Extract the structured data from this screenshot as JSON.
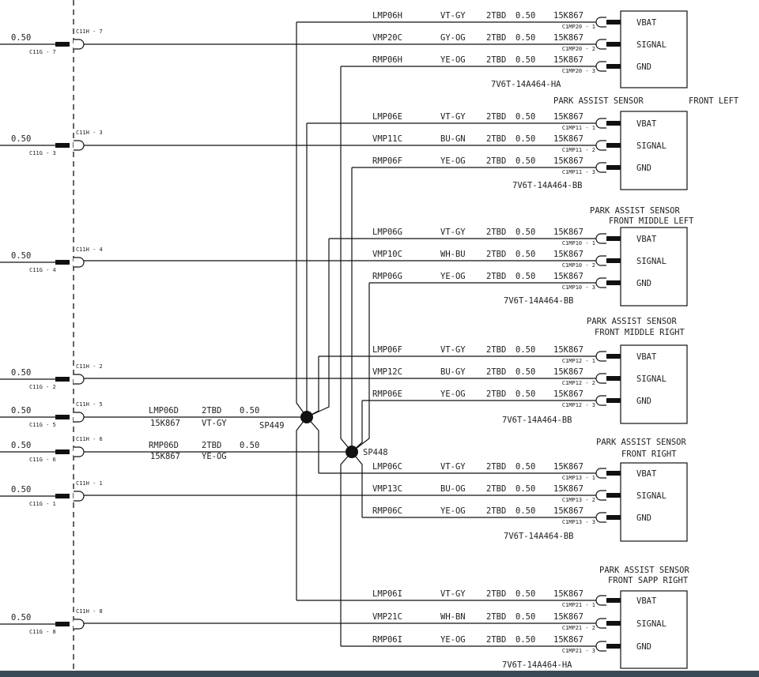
{
  "left_connectors": [
    {
      "gauge": "0.50",
      "h_label": "C11H - 7",
      "g_label": "C11G - 7"
    },
    {
      "gauge": "0.50",
      "h_label": "C11H - 3",
      "g_label": "C11G - 3"
    },
    {
      "gauge": "0.50",
      "h_label": "C11H - 4",
      "g_label": "C11G - 4"
    },
    {
      "gauge": "0.50",
      "h_label": "C11H - 2",
      "g_label": "C11G - 2"
    },
    {
      "gauge": "0.50",
      "h_label": "C11H - 5",
      "g_label": "C11G - 5"
    },
    {
      "gauge": "0.50",
      "h_label": "C11H - 6",
      "g_label": "C11G - 6"
    },
    {
      "gauge": "0.50",
      "h_label": "C11H - 1",
      "g_label": "C11G - 1"
    },
    {
      "gauge": "0.50",
      "h_label": "C11H - 8",
      "g_label": "C11G - 8"
    }
  ],
  "trunk_wires": [
    {
      "circuit": "LMP06D",
      "spec": "2TBD",
      "gauge": "0.50",
      "part": "15K867",
      "color": "VT-GY"
    },
    {
      "circuit": "RMP06D",
      "spec": "2TBD",
      "gauge": "0.50",
      "part": "15K867",
      "color": "YE-OG"
    }
  ],
  "splices": {
    "sp449": "SP449",
    "sp448": "SP448"
  },
  "sensors": [
    {
      "title1": "PARK ASSIST SENSOR",
      "title2": "FRONT LEFT",
      "part_number": "7V6T-14A464-HA",
      "pins": [
        "VBAT",
        "SIGNAL",
        "GND"
      ],
      "wires": [
        {
          "circuit": "LMP06H",
          "color": "VT-GY",
          "spec": "2TBD",
          "gauge": "0.50",
          "part": "15K867",
          "conn": "C1MP20 - 1"
        },
        {
          "circuit": "VMP20C",
          "color": "GY-OG",
          "spec": "2TBD",
          "gauge": "0.50",
          "part": "15K867",
          "conn": "C1MP20 - 2"
        },
        {
          "circuit": "RMP06H",
          "color": "YE-OG",
          "spec": "2TBD",
          "gauge": "0.50",
          "part": "15K867",
          "conn": "C1MP20 - 3"
        }
      ]
    },
    {
      "title1": "PARK ASSIST SENSOR",
      "title2": "FRONT LEFT",
      "part_number": "7V6T-14A464-BB",
      "pins": [
        "VBAT",
        "SIGNAL",
        "GND"
      ],
      "wires": [
        {
          "circuit": "LMP06E",
          "color": "VT-GY",
          "spec": "2TBD",
          "gauge": "0.50",
          "part": "15K867",
          "conn": "C1MP11 - 1"
        },
        {
          "circuit": "VMP11C",
          "color": "BU-GN",
          "spec": "2TBD",
          "gauge": "0.50",
          "part": "15K867",
          "conn": "C1MP11 - 2"
        },
        {
          "circuit": "RMP06F",
          "color": "YE-OG",
          "spec": "2TBD",
          "gauge": "0.50",
          "part": "15K867",
          "conn": "C1MP11 - 3"
        }
      ]
    },
    {
      "title1": "PARK ASSIST SENSOR",
      "title2": "FRONT MIDDLE LEFT",
      "part_number": "7V6T-14A464-BB",
      "pins": [
        "VBAT",
        "SIGNAL",
        "GND"
      ],
      "wires": [
        {
          "circuit": "LMP06G",
          "color": "VT-GY",
          "spec": "2TBD",
          "gauge": "0.50",
          "part": "15K867",
          "conn": "C1MP10 - 1"
        },
        {
          "circuit": "VMP10C",
          "color": "WH-BU",
          "spec": "2TBD",
          "gauge": "0.50",
          "part": "15K867",
          "conn": "C1MP10 - 2"
        },
        {
          "circuit": "RMP06G",
          "color": "YE-OG",
          "spec": "2TBD",
          "gauge": "0.50",
          "part": "15K867",
          "conn": "C1MP10 - 3"
        }
      ]
    },
    {
      "title1": "PARK ASSIST SENSOR",
      "title2": "FRONT MIDDLE RIGHT",
      "part_number": "7V6T-14A464-BB",
      "pins": [
        "VBAT",
        "SIGNAL",
        "GND"
      ],
      "wires": [
        {
          "circuit": "LMP06F",
          "color": "VT-GY",
          "spec": "2TBD",
          "gauge": "0.50",
          "part": "15K867",
          "conn": "C1MP12 - 1"
        },
        {
          "circuit": "VMP12C",
          "color": "BU-GY",
          "spec": "2TBD",
          "gauge": "0.50",
          "part": "15K867",
          "conn": "C1MP12 - 2"
        },
        {
          "circuit": "RMP06E",
          "color": "YE-OG",
          "spec": "2TBD",
          "gauge": "0.50",
          "part": "15K867",
          "conn": "C1MP12 - 3"
        }
      ]
    },
    {
      "title1": "PARK ASSIST SENSOR",
      "title2": "FRONT RIGHT",
      "part_number": "7V6T-14A464-BB",
      "pins": [
        "VBAT",
        "SIGNAL",
        "GND"
      ],
      "wires": [
        {
          "circuit": "LMP06C",
          "color": "VT-GY",
          "spec": "2TBD",
          "gauge": "0.50",
          "part": "15K867",
          "conn": "C1MP13 - 1"
        },
        {
          "circuit": "VMP13C",
          "color": "BU-OG",
          "spec": "2TBD",
          "gauge": "0.50",
          "part": "15K867",
          "conn": "C1MP13 - 2"
        },
        {
          "circuit": "RMP06C",
          "color": "YE-OG",
          "spec": "2TBD",
          "gauge": "0.50",
          "part": "15K867",
          "conn": "C1MP13 - 3"
        }
      ]
    },
    {
      "title1": "PARK ASSIST SENSOR",
      "title2": "FRONT SAPP RIGHT",
      "part_number": "7V6T-14A464-HA",
      "pins": [
        "VBAT",
        "SIGNAL",
        "GND"
      ],
      "wires": [
        {
          "circuit": "LMP06I",
          "color": "VT-GY",
          "spec": "2TBD",
          "gauge": "0.50",
          "part": "15K867",
          "conn": "C1MP21 - 1"
        },
        {
          "circuit": "VMP21C",
          "color": "WH-BN",
          "spec": "2TBD",
          "gauge": "0.50",
          "part": "15K867",
          "conn": "C1MP21 - 2"
        },
        {
          "circuit": "RMP06I",
          "color": "YE-OG",
          "spec": "2TBD",
          "gauge": "0.50",
          "part": "15K867",
          "conn": "C1MP21 - 3"
        }
      ]
    }
  ]
}
